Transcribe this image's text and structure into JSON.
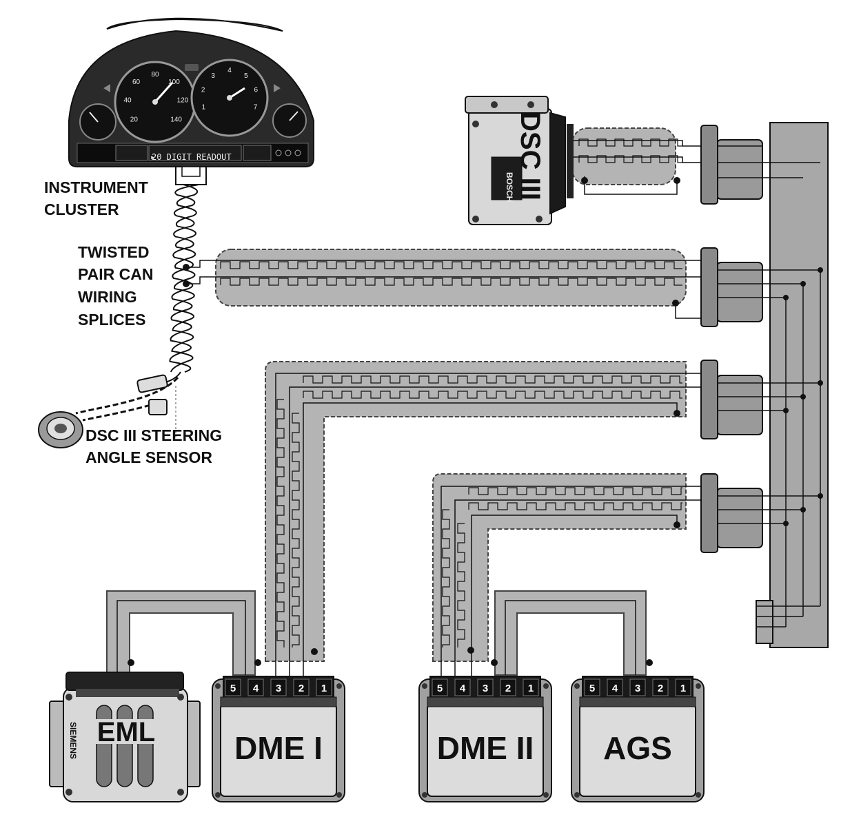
{
  "labels": {
    "instrument_cluster": [
      "INSTRUMENT",
      "CLUSTER"
    ],
    "twisted_pair": [
      "TWISTED",
      "PAIR CAN",
      "WIRING",
      "SPLICES"
    ],
    "steering_sensor": [
      "DSC III STEERING",
      "ANGLE SENSOR"
    ]
  },
  "modules": {
    "dsc": {
      "label": "DSC III",
      "brand": "BOSCH"
    },
    "eml": {
      "label": "EML",
      "brand": "SIEMENS"
    },
    "dme1": {
      "label": "DME I",
      "pins": [
        "5",
        "4",
        "3",
        "2",
        "1"
      ]
    },
    "dme2": {
      "label": "DME II",
      "pins": [
        "5",
        "4",
        "3",
        "2",
        "1"
      ]
    },
    "ags": {
      "label": "AGS",
      "pins": [
        "5",
        "4",
        "3",
        "2",
        "1"
      ]
    }
  },
  "cluster": {
    "readout": "20 DIGIT READOUT",
    "speedo_ticks": [
      "20",
      "40",
      "60",
      "80",
      "100",
      "120",
      "140"
    ],
    "tacho_ticks": [
      "1",
      "2",
      "3",
      "4",
      "5",
      "6",
      "7"
    ]
  },
  "colors": {
    "harness": "#b4b4b4",
    "module_fill": "#dcdcdc",
    "connector": "#1a1a1a",
    "cluster": "#2a2a2a"
  }
}
